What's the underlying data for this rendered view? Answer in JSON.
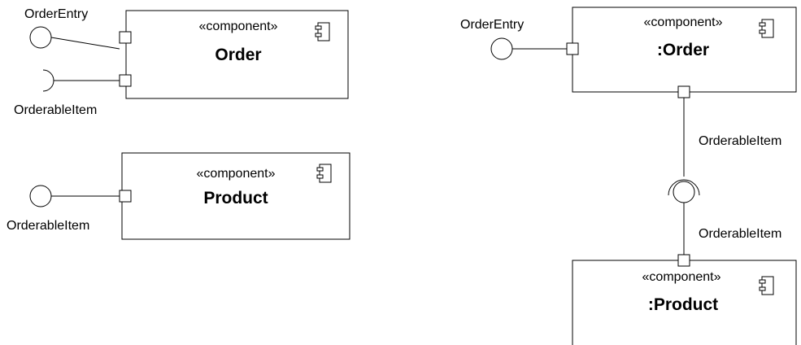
{
  "stereotype": "«component»",
  "left": {
    "order": {
      "name": "Order",
      "provided": "OrderEntry",
      "required": "OrderableItem"
    },
    "product": {
      "name": "Product",
      "provided": "OrderableItem"
    }
  },
  "right": {
    "order": {
      "name": ":Order",
      "provided": "OrderEntry"
    },
    "connector": {
      "required_label": "OrderableItem",
      "provided_label": "OrderableItem"
    },
    "product": {
      "name": ":Product"
    }
  }
}
